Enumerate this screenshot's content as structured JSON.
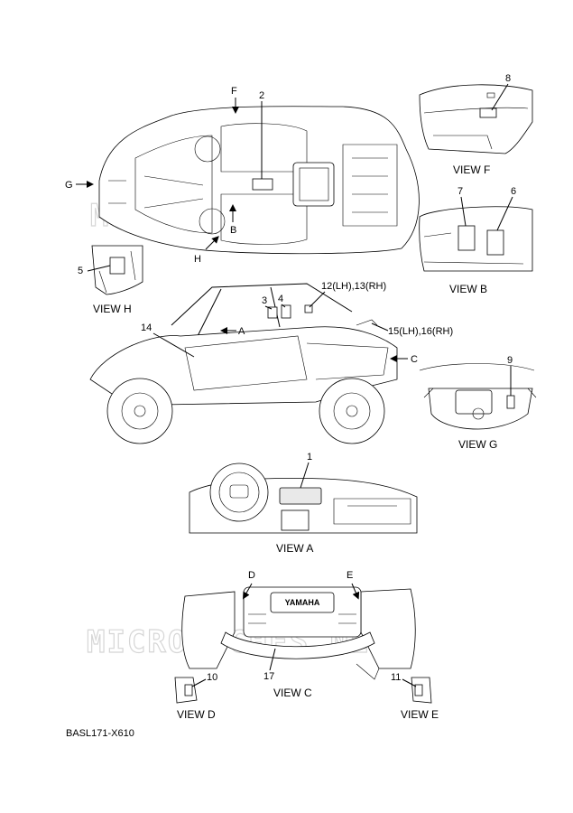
{
  "callouts": {
    "c1": "1",
    "c2": "2",
    "c3": "3",
    "c4": "4",
    "c5": "5",
    "c6": "6",
    "c7": "7",
    "c8": "8",
    "c9": "9",
    "c10": "10",
    "c11": "11",
    "c12_13": "12(LH),13(RH)",
    "c14": "14",
    "c15_16": "15(LH),16(RH)",
    "c17": "17"
  },
  "view_markers": {
    "a": "A",
    "b": "B",
    "c": "C",
    "d": "D",
    "e": "E",
    "f": "F",
    "g": "G",
    "h": "H"
  },
  "view_titles": {
    "a": "VIEW A",
    "b": "VIEW B",
    "c": "VIEW C",
    "d": "VIEW D",
    "e": "VIEW E",
    "f": "VIEW F",
    "g": "VIEW G",
    "h": "VIEW H"
  },
  "watermark": "MICROFICHES.NET",
  "drawing_code": "BASL171-X610",
  "brand_badge": "YAMAHA"
}
